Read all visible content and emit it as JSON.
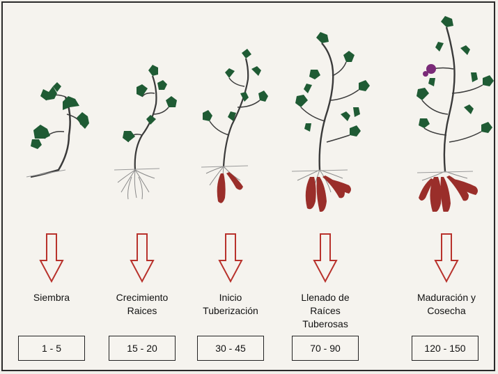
{
  "colors": {
    "leaf": "#1f5b34",
    "stem": "#3a3a3a",
    "root": "#8a8a8a",
    "tuber": "#9a2e2a",
    "arrow": "#b8322c",
    "flower": "#7a2a78"
  },
  "stages": [
    {
      "label_lines": [
        "Siembra"
      ],
      "days": "1 - 5",
      "tubers": 0,
      "icon": "cutting-plant"
    },
    {
      "label_lines": [
        "Crecimiento",
        "Raices"
      ],
      "days": "15 - 20",
      "tubers": 0,
      "icon": "rooting-plant"
    },
    {
      "label_lines": [
        "Inicio",
        "Tuberización"
      ],
      "days": "30 - 45",
      "tubers": 2,
      "icon": "tuber-start-plant"
    },
    {
      "label_lines": [
        "Llenado de",
        "Raíces",
        "Tuberosas"
      ],
      "days": "70 - 90",
      "tubers": 4,
      "icon": "tuber-fill-plant"
    },
    {
      "label_lines": [
        "Maduración y",
        "Cosecha"
      ],
      "days": "120 - 150",
      "tubers": 5,
      "icon": "harvest-plant"
    }
  ]
}
